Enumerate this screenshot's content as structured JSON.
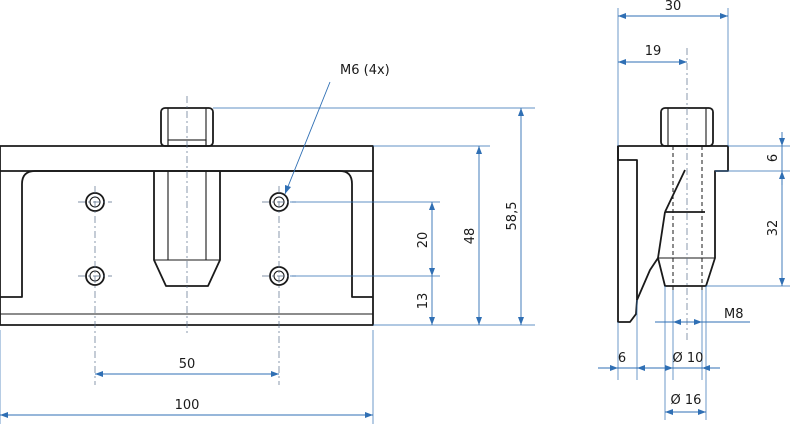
{
  "front_view": {
    "thread_callout": "M6 (4x)",
    "dim_hole_spacing_vertical": "20",
    "dim_bottom_to_hole": "13",
    "dim_base_height": "48",
    "dim_total_height": "58,5",
    "dim_hole_spacing_horizontal": "50",
    "dim_total_width": "100"
  },
  "side_view": {
    "dim_total_depth": "30",
    "dim_axis_offset": "19",
    "dim_top_flange": "6",
    "dim_body_height": "32",
    "dim_thread": "M8",
    "dim_foot": "6",
    "dim_dia_small": "Ø 10",
    "dim_dia_large": "Ø 16"
  },
  "colors": {
    "outline": "#1a1a1a",
    "dimension": "#2f6fb4",
    "text": "#1a1a1a"
  }
}
